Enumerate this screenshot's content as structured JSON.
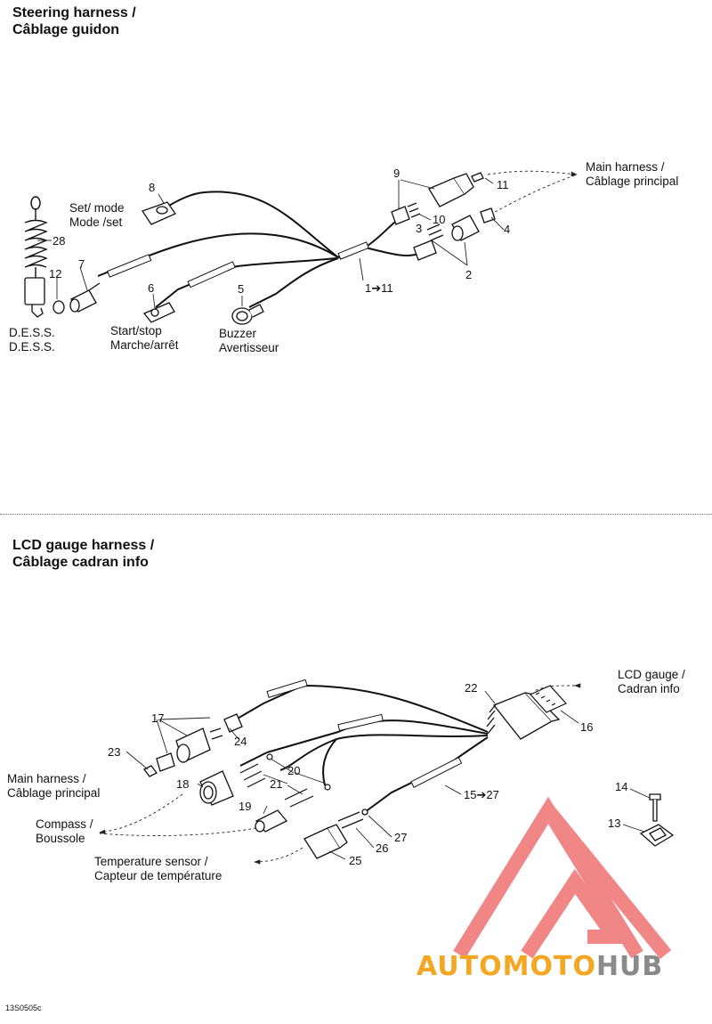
{
  "steering": {
    "title_en": "Steering harness /",
    "title_fr": "Câblage guidon",
    "labels": {
      "set_mode_en": "Set/ mode",
      "set_mode_fr": "Mode /set",
      "main_harness_en": "Main harness  /",
      "main_harness_fr": "Câblage principal",
      "dess_en": "D.E.S.S.",
      "dess_fr": "D.E.S.S.",
      "start_stop_en": "Start/stop",
      "start_stop_fr": "Marche/arrêt",
      "buzzer_en": "Buzzer",
      "buzzer_fr": "Avertisseur"
    },
    "numbers": {
      "n8": "8",
      "n9": "9",
      "n11": "11",
      "n28": "28",
      "n10": "10",
      "n3": "3",
      "n4": "4",
      "n12": "12",
      "n7": "7",
      "n2": "2",
      "n6": "6",
      "n5": "5",
      "n1_11": "1➔11"
    }
  },
  "lcd": {
    "title_en": "LCD gauge harness /",
    "title_fr": "Câblage cadran info",
    "labels": {
      "lcd_gauge_en": "LCD gauge /",
      "lcd_gauge_fr": "Cadran info",
      "main_harness_en": "Main harness /",
      "main_harness_fr": "Câblage principal",
      "compass_en": "Compass /",
      "compass_fr": "Boussole",
      "temp_en": "Temperature sensor /",
      "temp_fr": "Capteur de température"
    },
    "numbers": {
      "n22": "22",
      "n17": "17",
      "n16": "16",
      "n24": "24",
      "n23": "23",
      "n20": "20",
      "n18": "18",
      "n21": "21",
      "n15_27": "15➔27",
      "n14": "14",
      "n19": "19",
      "n27": "27",
      "n13": "13",
      "n26": "26",
      "n25": "25"
    }
  },
  "logo": {
    "part1": "AUTO",
    "part2": "MOTO",
    "part3": "HUB"
  },
  "diagram_code": "13S0505c",
  "colors": {
    "logo_red": "#f08080",
    "logo_orange": "#f5a623",
    "logo_gray": "#8a8a8a"
  }
}
